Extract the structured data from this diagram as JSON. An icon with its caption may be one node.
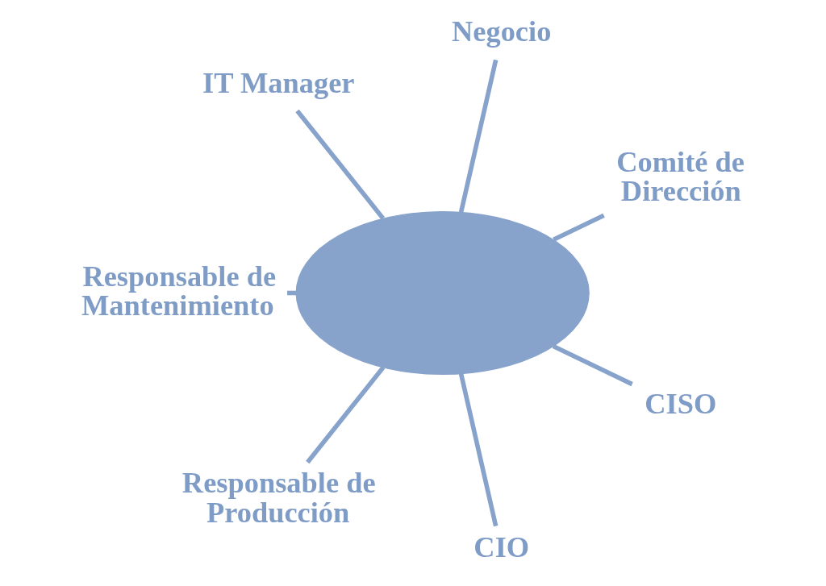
{
  "diagram": {
    "nodes": [
      {
        "text": [],
        "shape": "cloud"
      },
      {
        "text": [
          "IT Manager"
        ]
      },
      {
        "text": [
          "Negocio"
        ]
      },
      {
        "text": [
          "Responsable de Mantenimiento"
        ]
      },
      {
        "text": [
          "Comité de Dirección"
        ]
      },
      {
        "text": [
          "Responsable de Producción"
        ]
      },
      {
        "text": [
          "CIO"
        ]
      },
      {
        "text": [
          "CISO"
        ]
      }
    ],
    "edges": [
      {
        "from": 1,
        "to": 0,
        "arrow": "none"
      },
      {
        "from": 2,
        "to": 0,
        "arrow": "none"
      },
      {
        "from": 4,
        "to": 0,
        "arrow": "none"
      },
      {
        "from": 7,
        "to": 0,
        "arrow": "none"
      },
      {
        "from": 6,
        "to": 0,
        "arrow": "none"
      },
      {
        "from": 5,
        "to": 0,
        "arrow": "none"
      },
      {
        "from": 3,
        "to": 0,
        "arrow": "none"
      }
    ]
  }
}
